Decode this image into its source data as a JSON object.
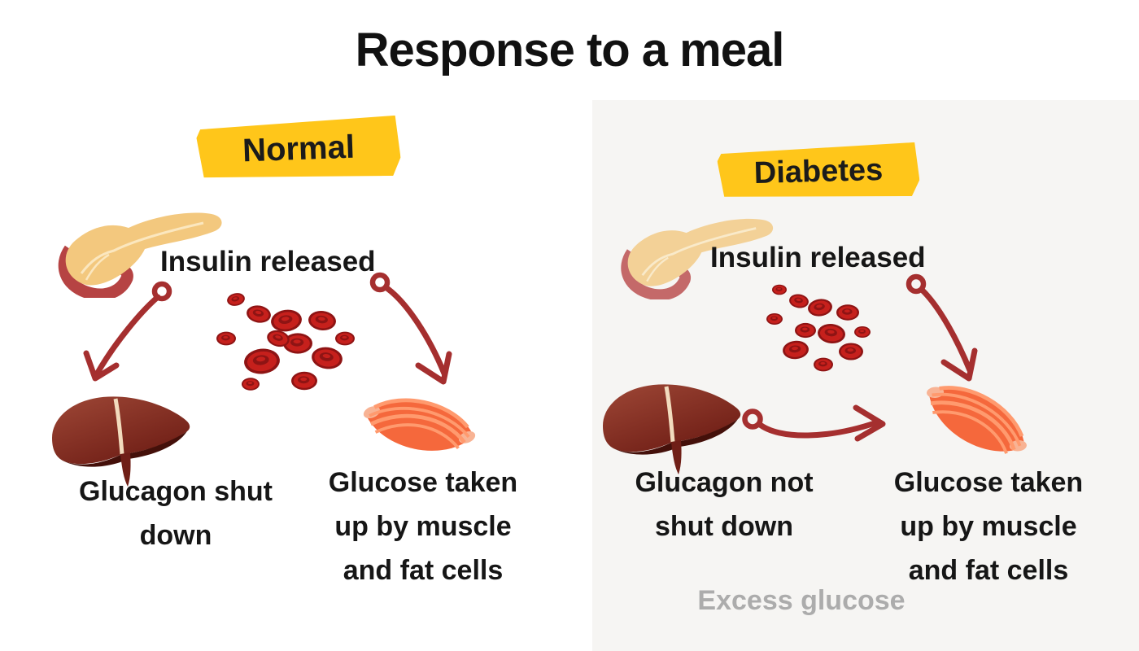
{
  "title": "Response to a meal",
  "normal": {
    "badge": "Normal",
    "insulin_label": "Insulin released",
    "liver_label": "Glucagon shut\ndown",
    "muscle_label": "Glucose taken\nup by muscle\nand fat cells"
  },
  "diabetes": {
    "badge": "Diabetes",
    "insulin_label": "Insulin released",
    "liver_label": "Glucagon not\nshut down",
    "muscle_label": "Glucose taken\nup by muscle\nand fat cells",
    "excess_label": "Excess glucose"
  },
  "colors": {
    "highlight_yellow": "#FFC61A",
    "arrow_red": "#A52F2F",
    "panel_gray": "#F6F5F3",
    "muted_gray": "#ACACAC",
    "text_black": "#161616",
    "liver_dark": "#7A241C",
    "muscle_orange": "#F5683C",
    "pancreas_tan": "#F3C87E",
    "blood_cell_red": "#C6201C"
  },
  "icons": {
    "pancreas": "pancreas-icon",
    "blood_cells": "red-blood-cells-icon",
    "liver": "liver-icon",
    "muscle": "muscle-icon",
    "arrow": "curved-arrow-icon"
  }
}
